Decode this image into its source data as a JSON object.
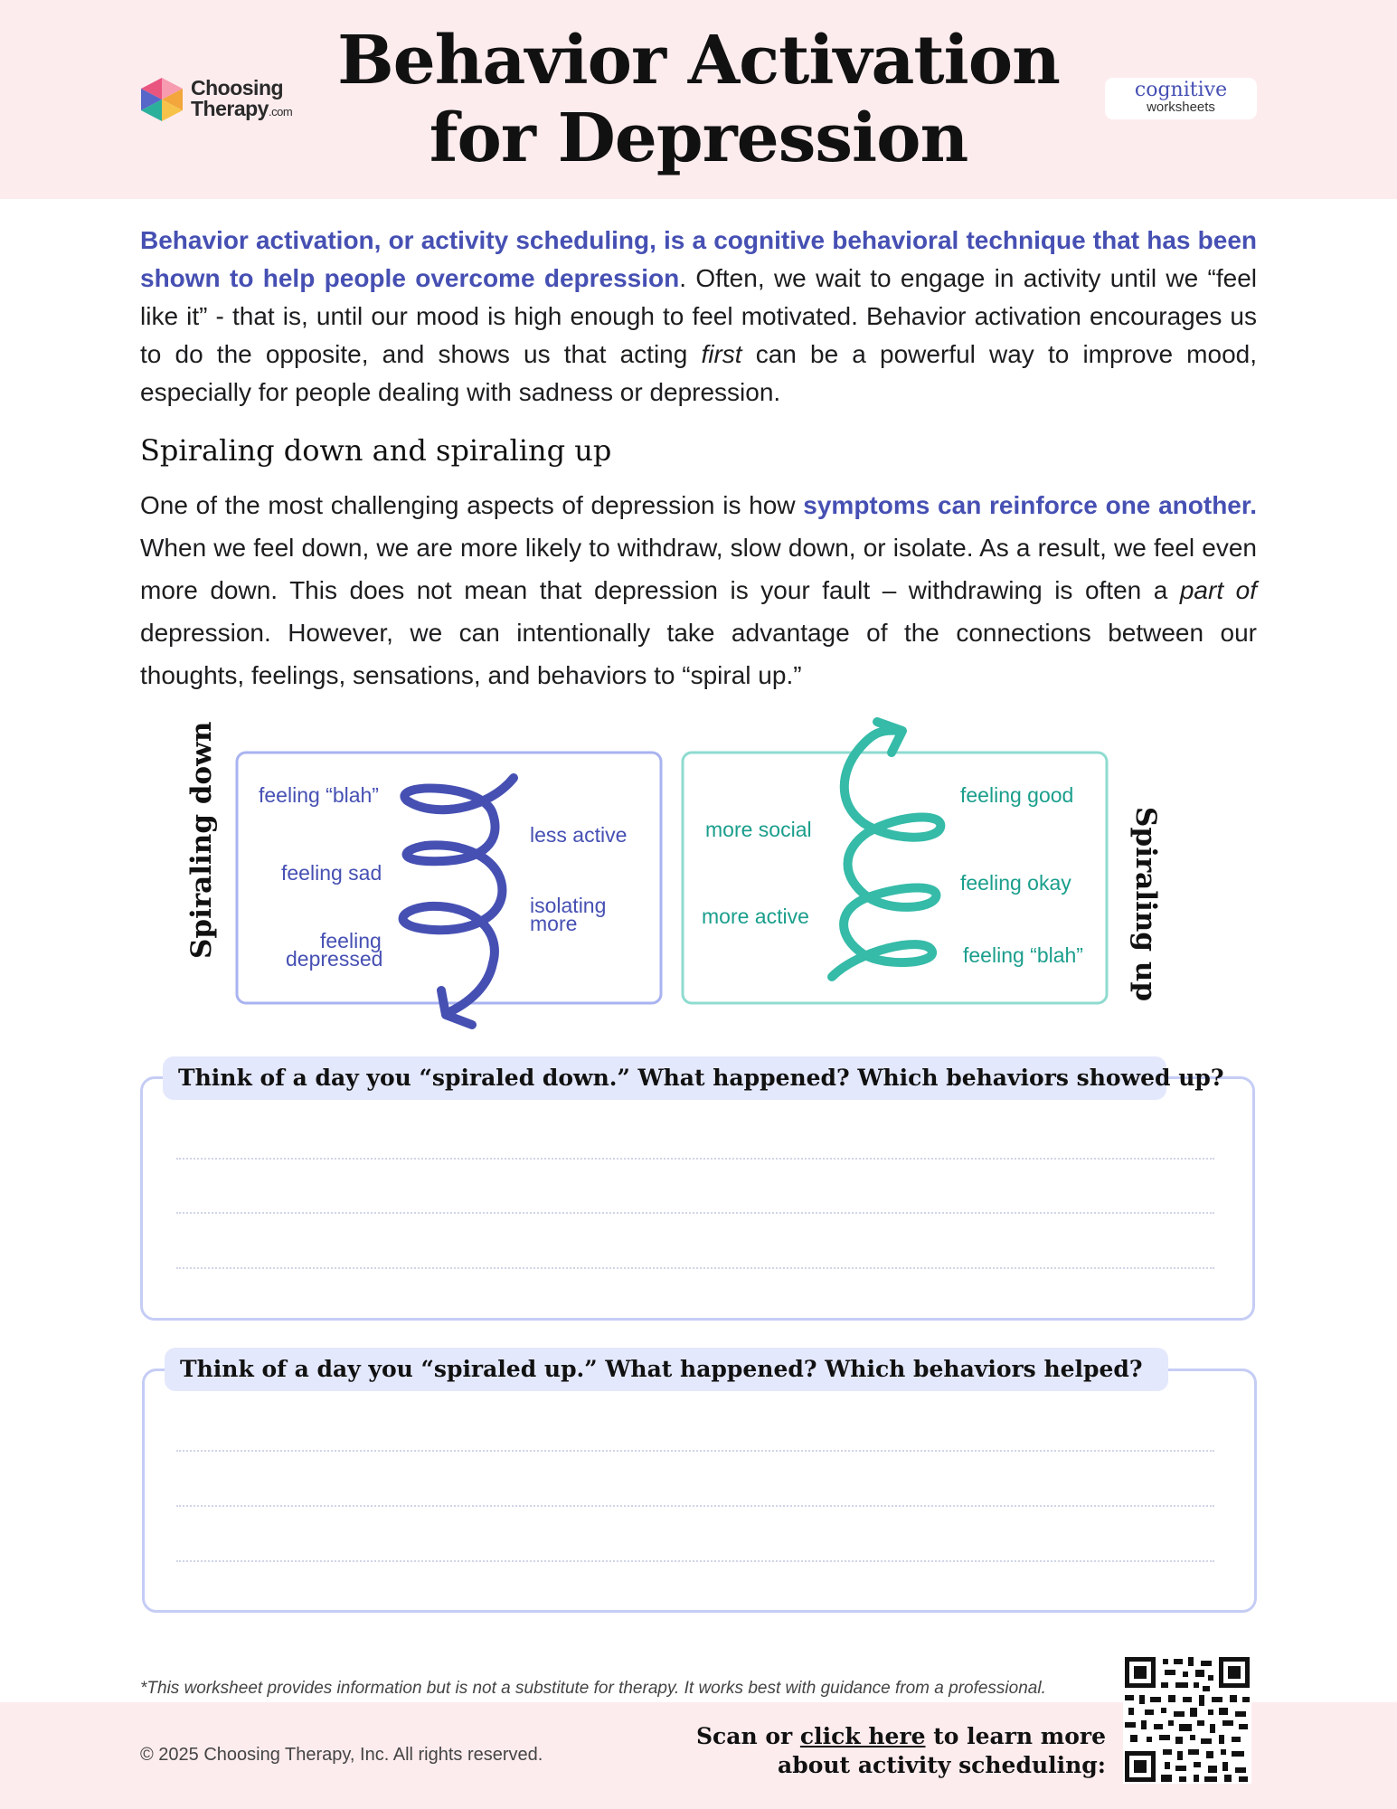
{
  "header": {
    "logo": {
      "line1": "Choosing",
      "line2": "Therapy",
      "suffix": ".com"
    },
    "title_line1": "Behavior Activation",
    "title_line2": "for Depression",
    "badge": {
      "line1": "cognitive",
      "line2": "worksheets"
    }
  },
  "intro": {
    "highlight": "Behavior activation, or activity scheduling, is a cognitive behavioral technique that has been shown to help people overcome depression",
    "text_a": ". Often, we wait to engage in activity until we “feel like it” - that is, until our mood is high enough to feel motivated. Behavior activation encourages us to do the opposite, and shows us that acting ",
    "emph": "first",
    "text_b": " can be a powerful way to improve mood, especially for people dealing with sadness or depression."
  },
  "section": {
    "heading": "Spiraling down and spiraling up",
    "text_a": "One of the most challenging aspects of depression is how ",
    "highlight": "symptoms can reinforce one another.",
    "text_b": " When we feel down, we are more likely to withdraw, slow down, or isolate. As a result, we feel even more down. This does not mean that depression is your fault – withdrawing is often a ",
    "emph": "part of",
    "text_c": " depression. However, we can intentionally take advantage of the connections between our thoughts, feelings, sensations, and behaviors to “spiral up.”"
  },
  "diagram": {
    "down": {
      "title": "Spiraling down",
      "feelings": [
        "feeling “blah”",
        "feeling sad",
        "feeling",
        "depressed"
      ],
      "behaviors": [
        "less active",
        "isolating",
        "more"
      ],
      "color": "#4650b3",
      "border_color": "#a9b3f0"
    },
    "up": {
      "title": "Spiraling up",
      "feelings": [
        "feeling good",
        "feeling okay",
        "feeling “blah”"
      ],
      "behaviors": [
        "more social",
        "more active"
      ],
      "color": "#35bba8",
      "border_color": "#8fdbd0"
    }
  },
  "questions": [
    {
      "prompt": "Think of a day you “spiraled down.” What happened? Which behaviors showed up?",
      "answer": ""
    },
    {
      "prompt": "Think of a day you “spiraled up.” What happened? Which behaviors helped?",
      "answer": ""
    }
  ],
  "footer": {
    "disclaimer": "*This worksheet provides information but is not a substitute for therapy. It works best with guidance from a professional.",
    "copyright": "© 2025 Choosing Therapy, Inc. All rights reserved.",
    "scan_a": "Scan or ",
    "scan_link": "click here",
    "scan_b": " to learn more",
    "scan_line2": "about activity scheduling:"
  }
}
